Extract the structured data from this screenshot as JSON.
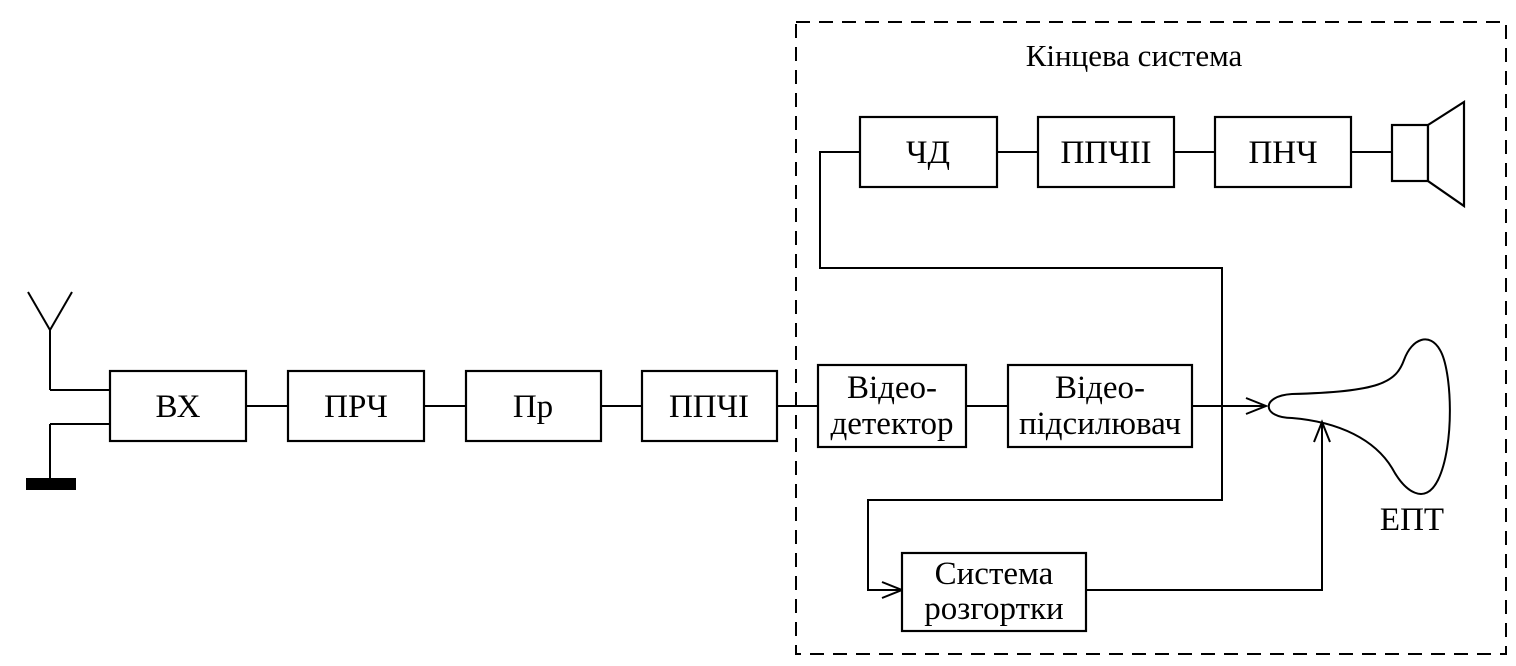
{
  "diagram": {
    "frame_title": "Кінцева система",
    "blocks": {
      "vx": "ВХ",
      "prch": "ПРЧ",
      "pr": "Пр",
      "ppchi": "ППЧІ",
      "video_detector": [
        "Відео-",
        "детектор"
      ],
      "video_amplifier": [
        "Відео-",
        "підсилювач"
      ],
      "chd": "ЧД",
      "ppchii": "ППЧІІ",
      "pnch": "ПНЧ",
      "scan_system": [
        "Система",
        "розгортки"
      ]
    },
    "crt_label": "ЕПТ"
  }
}
